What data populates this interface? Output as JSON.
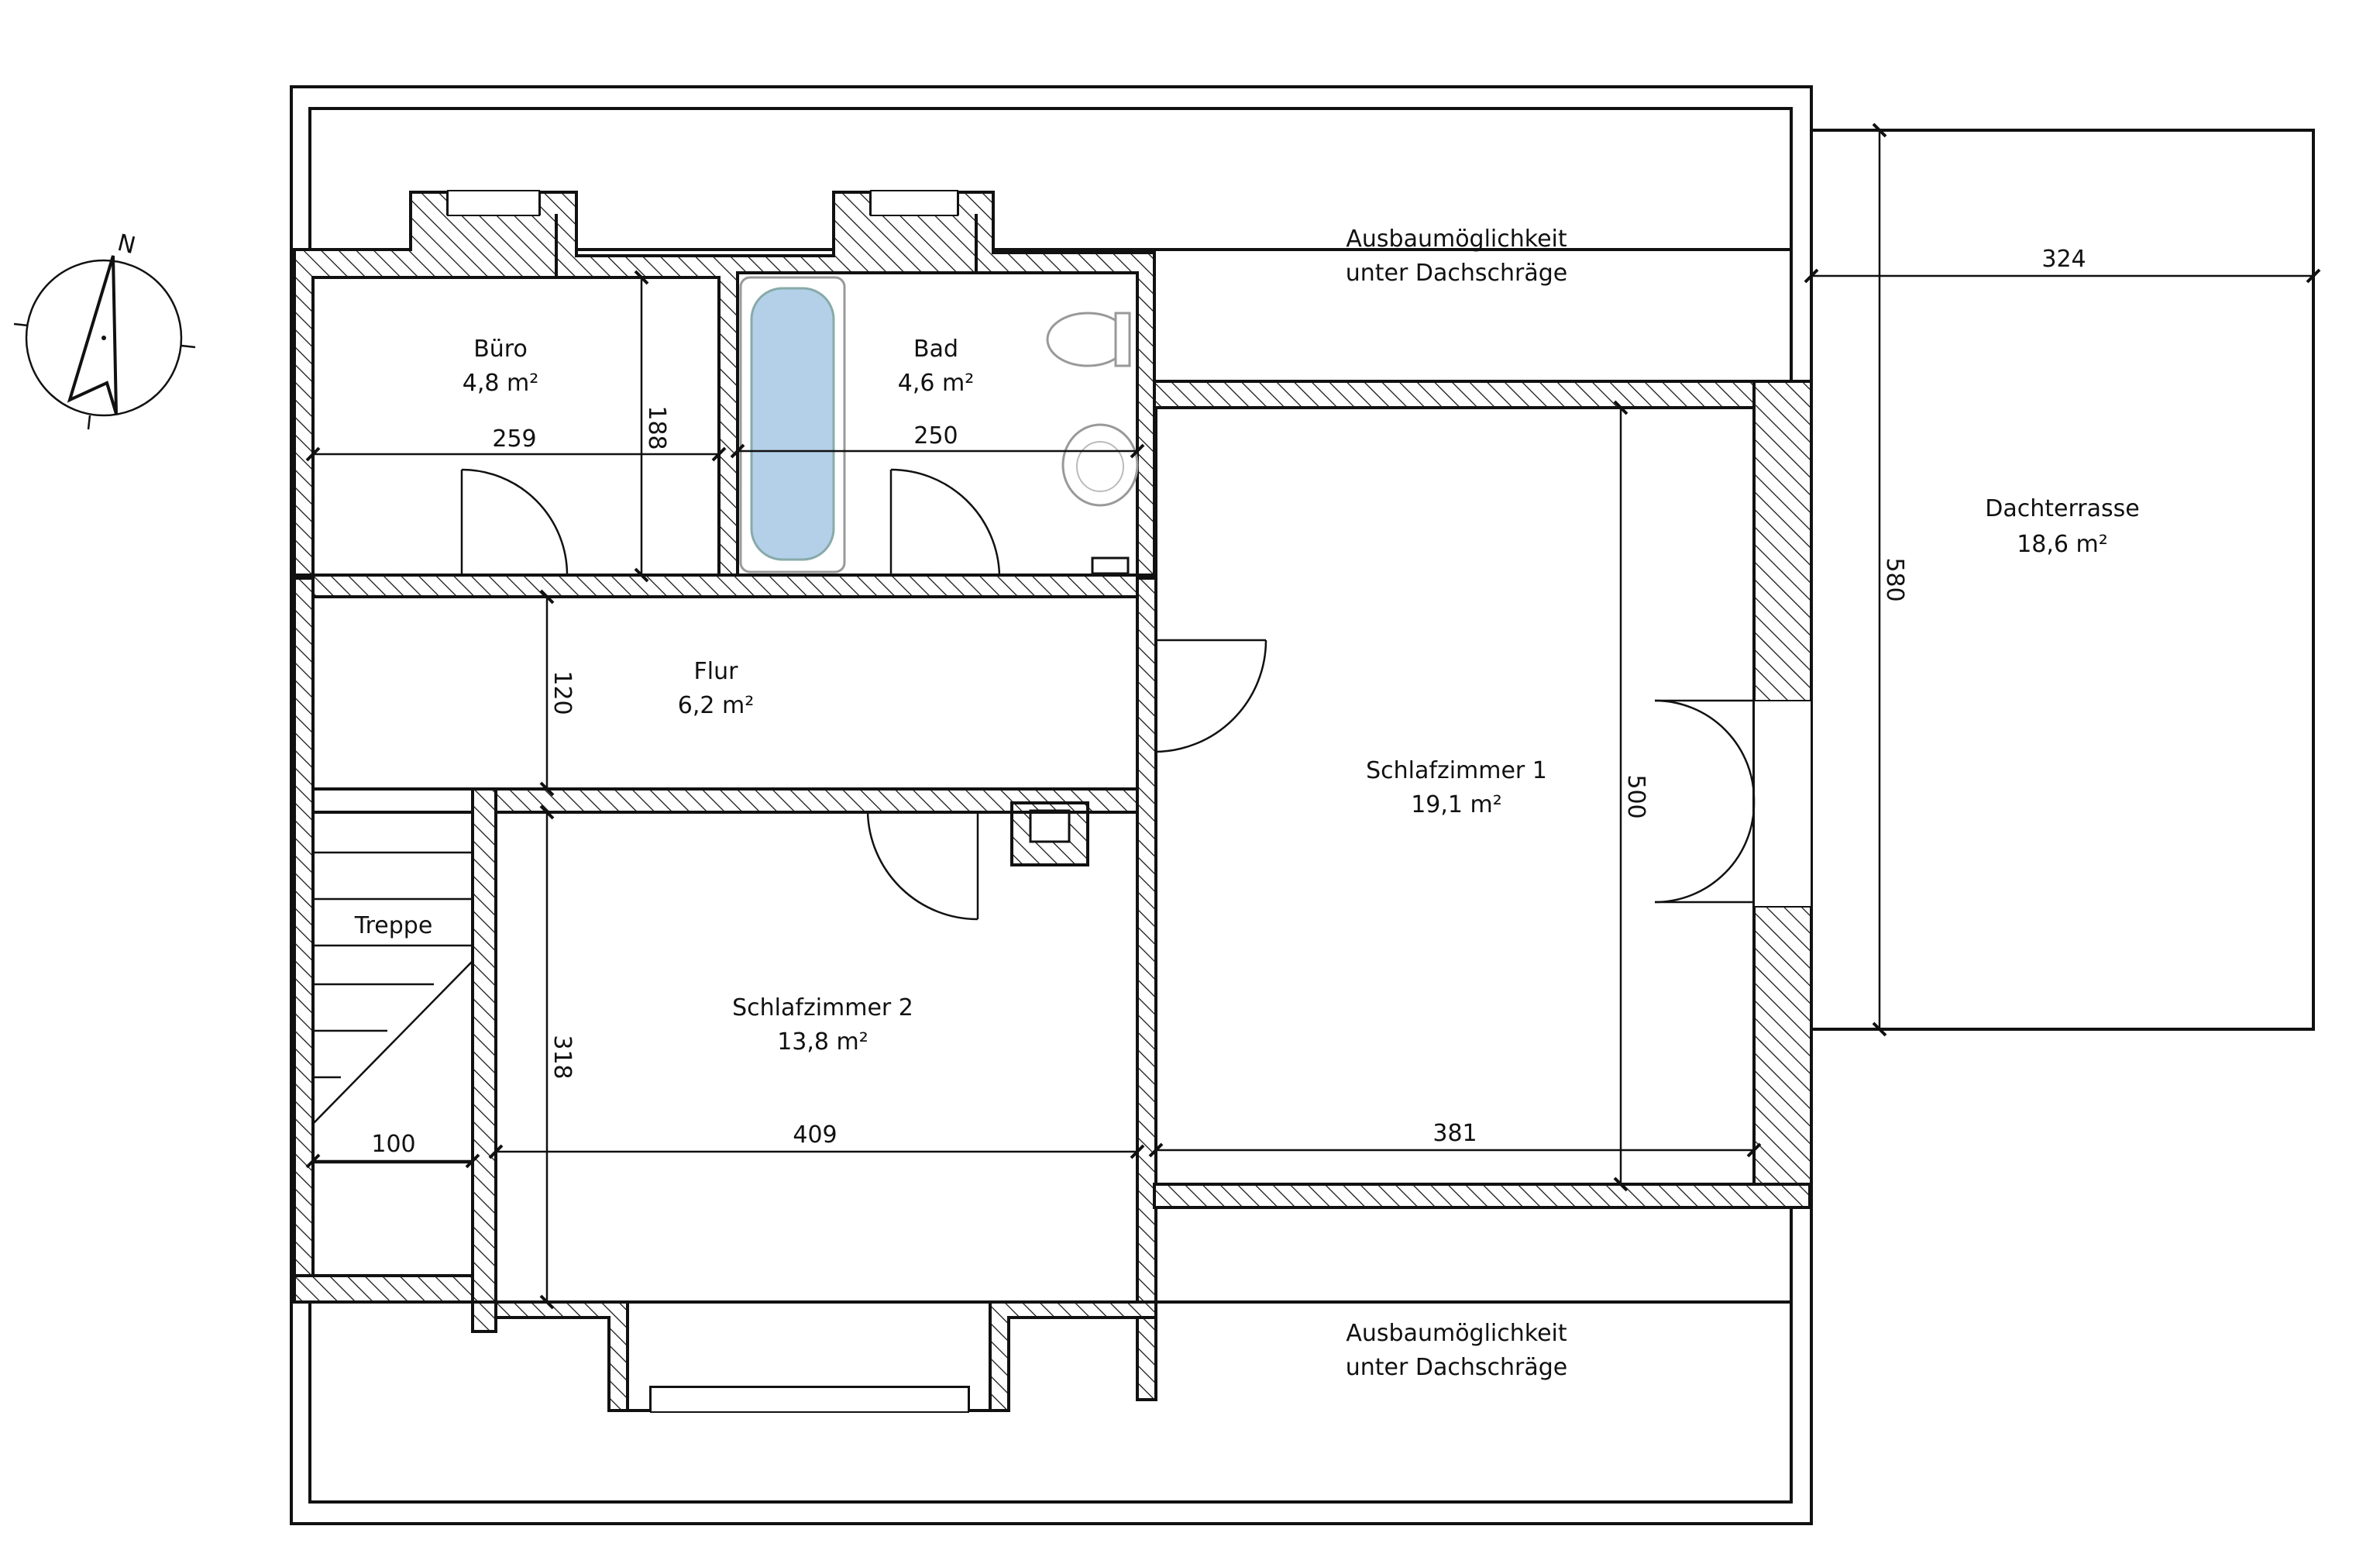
{
  "compass": {
    "north_label": "N",
    "icon": "north-arrow-icon"
  },
  "rooms": {
    "buero": {
      "name": "Büro",
      "area": "4,8 m²"
    },
    "bad": {
      "name": "Bad",
      "area": "4,6 m²"
    },
    "flur": {
      "name": "Flur",
      "area": "6,2 m²"
    },
    "treppe": {
      "name": "Treppe"
    },
    "schlafzimmer1": {
      "name": "Schlafzimmer 1",
      "area": "19,1 m²"
    },
    "schlafzimmer2": {
      "name": "Schlafzimmer 2",
      "area": "13,8 m²"
    },
    "dachterrasse": {
      "name": "Dachterrasse",
      "area": "18,6 m²"
    },
    "ausbau_top": {
      "line1": "Ausbaumöglichkeit",
      "line2": "unter Dachschräge"
    },
    "ausbau_bottom": {
      "line1": "Ausbaumöglichkeit",
      "line2": "unter Dachschräge"
    }
  },
  "dimensions": {
    "buero_width": "259",
    "buero_height": "188",
    "bad_width": "250",
    "flur_height": "120",
    "treppe_width": "100",
    "sz2_width": "409",
    "sz2_height": "318",
    "sz1_width": "381",
    "sz1_height": "500",
    "terrasse_width": "324",
    "terrasse_height": "580"
  }
}
